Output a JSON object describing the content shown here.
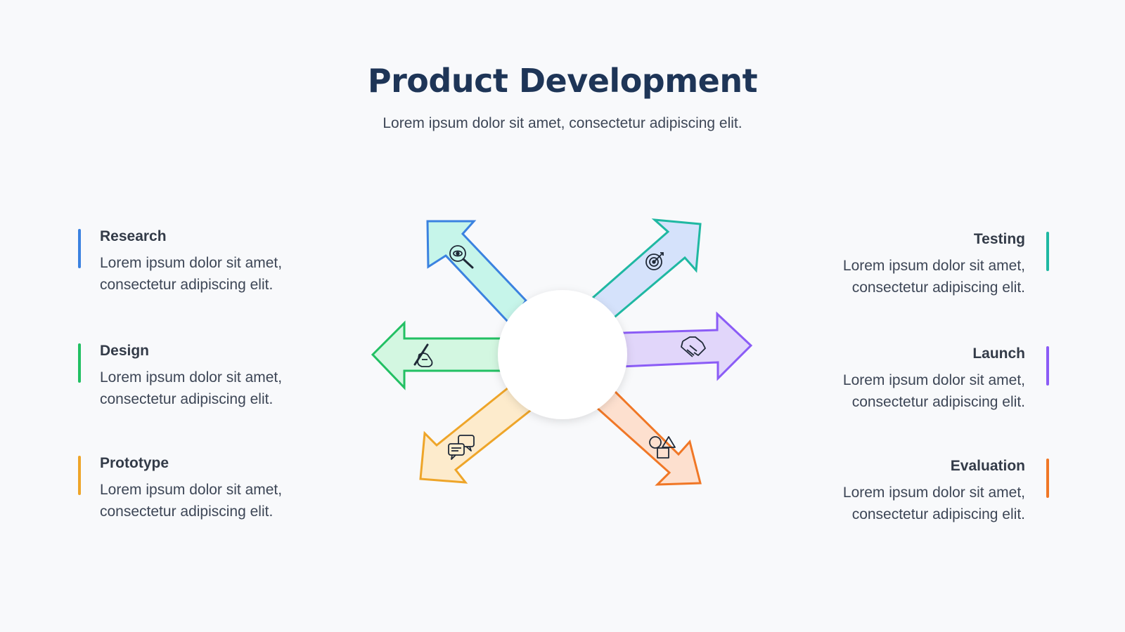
{
  "title": "Product Development",
  "subtitle": "Lorem ipsum dolor sit amet, consectetur adipiscing elit.",
  "steps": [
    {
      "label": "Research",
      "text1": "Lorem ipsum dolor sit amet,",
      "text2": "consectetur adipiscing elit.",
      "icon": "magnifier-eye-icon",
      "color": "#3b82e0"
    },
    {
      "label": "Design",
      "text1": "Lorem ipsum dolor sit amet,",
      "text2": "consectetur adipiscing elit.",
      "icon": "hand-pen-icon",
      "color": "#22c063"
    },
    {
      "label": "Prototype",
      "text1": "Lorem ipsum dolor sit amet,",
      "text2": "consectetur adipiscing elit.",
      "icon": "chat-bubbles-icon",
      "color": "#eea529"
    },
    {
      "label": "Testing",
      "text1": "Lorem ipsum dolor sit amet,",
      "text2": "consectetur adipiscing elit.",
      "icon": "target-icon",
      "color": "#1fb8a2"
    },
    {
      "label": "Launch",
      "text1": "Lorem ipsum dolor sit amet,",
      "text2": "consectetur adipiscing elit.",
      "icon": "handshake-icon",
      "color": "#8b5cf6"
    },
    {
      "label": "Evaluation",
      "text1": "Lorem ipsum dolor sit amet,",
      "text2": "consectetur adipiscing elit.",
      "icon": "shapes-icon",
      "color": "#f07726"
    }
  ]
}
